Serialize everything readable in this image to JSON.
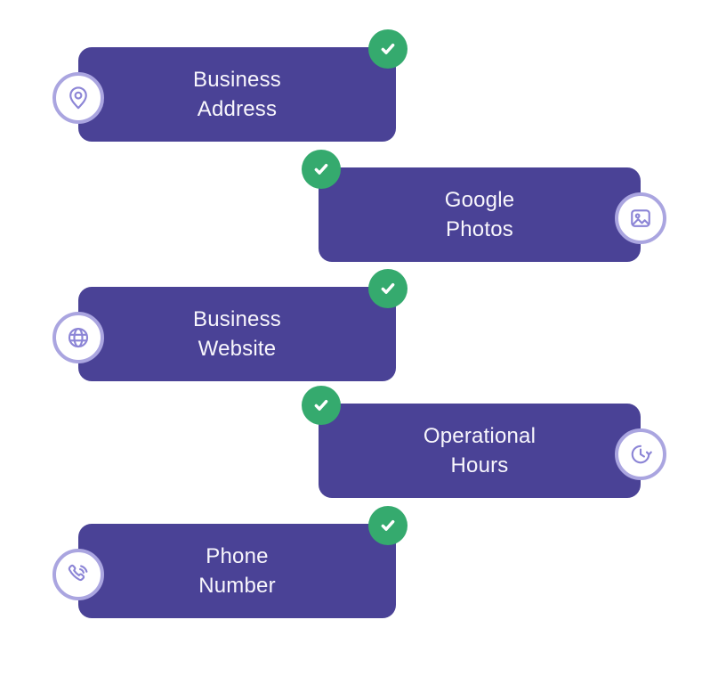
{
  "colors": {
    "card_bg": "#4a4296",
    "check_bg": "#35aa6e",
    "icon_ring": "#aaa5e0",
    "icon_stroke": "#8c85d6",
    "text": "#f8f6fc",
    "page_bg": "#ffffff"
  },
  "cards": [
    {
      "id": "business-address",
      "label": "Business Address",
      "lines": [
        "Business",
        "Address"
      ],
      "icon": "location-pin-icon",
      "side": "left",
      "completed": true
    },
    {
      "id": "google-photos",
      "label": "Google Photos",
      "lines": [
        "Google",
        "Photos"
      ],
      "icon": "photo-icon",
      "side": "right",
      "completed": true
    },
    {
      "id": "business-website",
      "label": "Business Website",
      "lines": [
        "Business",
        "Website"
      ],
      "icon": "globe-icon",
      "side": "left",
      "completed": true
    },
    {
      "id": "operational-hours",
      "label": "Operational Hours",
      "lines": [
        "Operational",
        "Hours"
      ],
      "icon": "clock-history-icon",
      "side": "right",
      "completed": true
    },
    {
      "id": "phone-number",
      "label": "Phone Number",
      "lines": [
        "Phone",
        "Number"
      ],
      "icon": "phone-icon",
      "side": "left",
      "completed": true
    }
  ]
}
